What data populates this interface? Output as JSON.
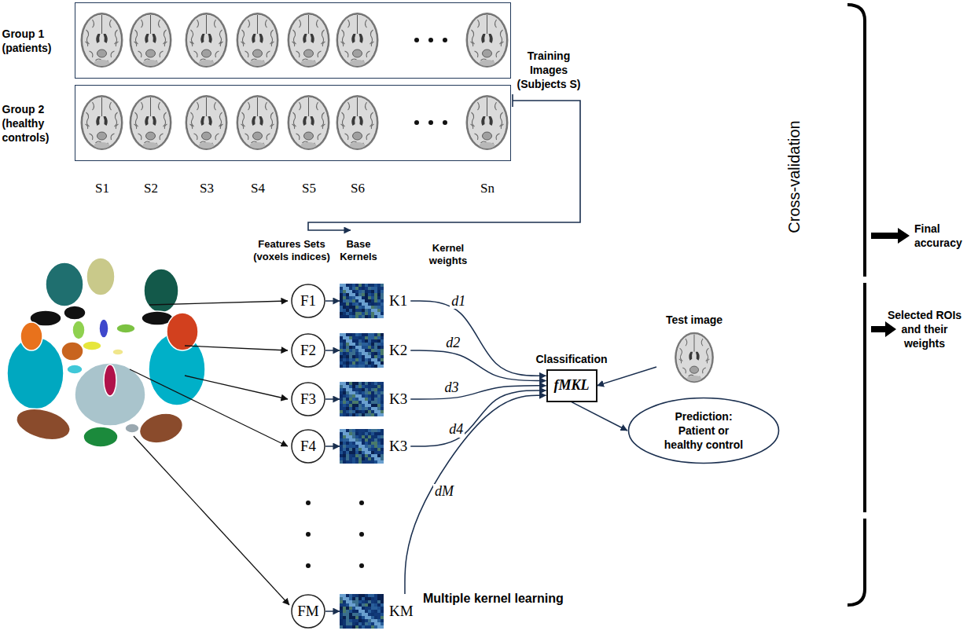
{
  "diagram": {
    "nodes": [
      {
        "text": [
          "Group 1 (patients)"
        ]
      },
      {
        "text": [
          "Group 2 (healthy controls)"
        ]
      },
      {
        "text": [
          "F1"
        ]
      },
      {
        "text": [
          "K1"
        ]
      },
      {
        "text": [
          "F2"
        ]
      },
      {
        "text": [
          "K2"
        ]
      },
      {
        "text": [
          "F3"
        ]
      },
      {
        "text": [
          "K3"
        ]
      },
      {
        "text": [
          "F4"
        ]
      },
      {
        "text": [
          "K3"
        ]
      },
      {
        "text": [
          "FM"
        ]
      },
      {
        "text": [
          "KM"
        ]
      },
      {
        "text": [
          "Test image"
        ]
      },
      {
        "text": [
          "Classification",
          "fMKL"
        ]
      },
      {
        "text": [
          "Prediction: Patient or healthy control"
        ]
      }
    ],
    "edges": [
      {
        "from": 2,
        "to": 3,
        "arrow": "to"
      },
      {
        "from": 4,
        "to": 5,
        "arrow": "to"
      },
      {
        "from": 6,
        "to": 7,
        "arrow": "to"
      },
      {
        "from": 8,
        "to": 9,
        "arrow": "to"
      },
      {
        "from": 10,
        "to": 11,
        "arrow": "to"
      },
      {
        "from": 3,
        "to": 13,
        "label": "d1",
        "arrow": "to"
      },
      {
        "from": 5,
        "to": 13,
        "label": "d2",
        "arrow": "to"
      },
      {
        "from": 7,
        "to": 13,
        "label": "d3",
        "arrow": "to"
      },
      {
        "from": 9,
        "to": 13,
        "label": "d4",
        "arrow": "to"
      },
      {
        "from": 11,
        "to": 13,
        "label": "dM",
        "arrow": "to"
      },
      {
        "from": 12,
        "to": 13,
        "arrow": "to"
      },
      {
        "from": 13,
        "to": 14,
        "arrow": "to"
      }
    ],
    "labels": [
      "Training Images (Subjects S)",
      "S1",
      "S2",
      "S3",
      "S4",
      "S5",
      "S6",
      "Sn",
      "Cross-validation",
      "Features Sets (voxels indices)",
      "Base Kernels",
      "Kernel weights",
      "Final accuracy",
      "Selected ROIs and their weights",
      "Multiple kernel learning"
    ]
  }
}
